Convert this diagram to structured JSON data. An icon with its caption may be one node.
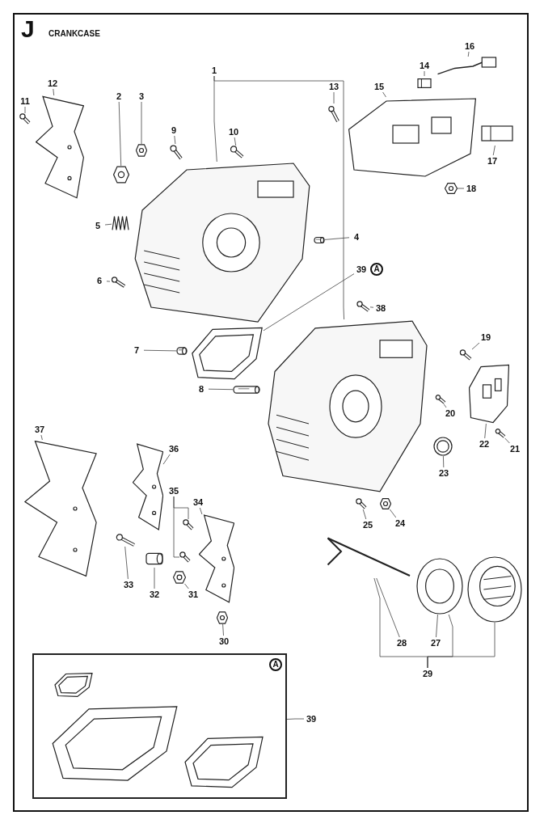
{
  "diagram": {
    "title": "CRANKCASE",
    "nodes": [
      {
        "text": [
          "1"
        ]
      },
      {
        "text": [
          "2"
        ]
      },
      {
        "text": [
          "3"
        ]
      },
      {
        "text": [
          "4"
        ]
      },
      {
        "text": [
          "5"
        ]
      },
      {
        "text": [
          "6"
        ]
      },
      {
        "text": [
          "7"
        ]
      },
      {
        "text": [
          "8"
        ]
      },
      {
        "text": [
          "9"
        ]
      },
      {
        "text": [
          "10"
        ]
      },
      {
        "text": [
          "11"
        ]
      },
      {
        "text": [
          "12"
        ]
      },
      {
        "text": [
          "13"
        ]
      },
      {
        "text": [
          "14"
        ]
      },
      {
        "text": [
          "15"
        ]
      },
      {
        "text": [
          "16"
        ]
      },
      {
        "text": [
          "17"
        ]
      },
      {
        "text": [
          "18"
        ]
      },
      {
        "text": [
          "19"
        ]
      },
      {
        "text": [
          "20"
        ]
      },
      {
        "text": [
          "21"
        ]
      },
      {
        "text": [
          "22"
        ]
      },
      {
        "text": [
          "23"
        ]
      },
      {
        "text": [
          "24"
        ]
      },
      {
        "text": [
          "25"
        ]
      },
      {
        "text": [
          "27"
        ]
      },
      {
        "text": [
          "28"
        ]
      },
      {
        "text": [
          "29"
        ]
      },
      {
        "text": [
          "30"
        ]
      },
      {
        "text": [
          "31"
        ]
      },
      {
        "text": [
          "32"
        ]
      },
      {
        "text": [
          "33"
        ]
      },
      {
        "text": [
          "34"
        ]
      },
      {
        "text": [
          "35"
        ]
      },
      {
        "text": [
          "36"
        ]
      },
      {
        "text": [
          "37"
        ]
      },
      {
        "text": [
          "38"
        ]
      },
      {
        "text": [
          "39"
        ]
      },
      {
        "text": [
          "39"
        ]
      },
      {
        "text": [],
        "shape": "picture"
      },
      {
        "text": [],
        "shape": "picture"
      },
      {
        "text": [],
        "shape": "picture"
      },
      {
        "text": [],
        "shape": "picture"
      },
      {
        "text": [],
        "shape": "picture"
      },
      {
        "text": [],
        "shape": "picture"
      },
      {
        "text": [],
        "shape": "picture"
      },
      {
        "text": [],
        "shape": "picture"
      },
      {
        "text": [],
        "shape": "picture"
      },
      {
        "text": [],
        "shape": "picture"
      },
      {
        "text": [],
        "shape": "picture"
      },
      {
        "text": [],
        "shape": "picture"
      },
      {
        "text": [],
        "shape": "picture"
      },
      {
        "text": [],
        "shape": "picture"
      },
      {
        "text": [],
        "shape": "picture"
      },
      {
        "text": [],
        "shape": "picture"
      },
      {
        "text": [],
        "shape": "picture"
      },
      {
        "text": [],
        "shape": "picture"
      },
      {
        "text": [],
        "shape": "picture"
      },
      {
        "text": [],
        "shape": "picture"
      },
      {
        "text": [],
        "shape": "picture"
      },
      {
        "text": [],
        "shape": "picture"
      },
      {
        "text": [],
        "shape": "picture"
      },
      {
        "text": [],
        "shape": "picture"
      },
      {
        "text": [],
        "shape": "picture"
      },
      {
        "text": [],
        "shape": "picture"
      },
      {
        "text": [],
        "shape": "picture"
      },
      {
        "text": [],
        "shape": "picture"
      },
      {
        "text": [],
        "shape": "picture"
      },
      {
        "text": [],
        "shape": "picture"
      },
      {
        "text": [],
        "shape": "picture"
      },
      {
        "text": [],
        "shape": "picture"
      },
      {
        "text": [],
        "shape": "picture"
      },
      {
        "text": [],
        "shape": "picture"
      },
      {
        "text": [],
        "shape": "picture"
      },
      {
        "text": [],
        "shape": "picture"
      },
      {
        "text": [],
        "shape": "picture"
      },
      {
        "text": [],
        "shape": "picture"
      },
      {
        "text": [],
        "shape": "picture"
      },
      {
        "text": [],
        "shape": "picture"
      },
      {
        "text": [
          "A"
        ]
      },
      {
        "text": [],
        "shape": "picture",
        "in": 79
      },
      {
        "text": [],
        "shape": "picture",
        "in": 79
      },
      {
        "text": [],
        "shape": "picture",
        "in": 79
      }
    ],
    "edges": [
      {
        "from": 0,
        "to": 39,
        "arrow": "none"
      },
      {
        "from": 0,
        "to": 40,
        "arrow": "none"
      },
      {
        "from": 1,
        "to": 41,
        "arrow": "none"
      },
      {
        "from": 2,
        "to": 42,
        "arrow": "none"
      },
      {
        "from": 3,
        "to": 43,
        "arrow": "none"
      },
      {
        "from": 4,
        "to": 44,
        "arrow": "none"
      },
      {
        "from": 5,
        "to": 45,
        "arrow": "none"
      },
      {
        "from": 6,
        "to": 46,
        "arrow": "none"
      },
      {
        "from": 7,
        "to": 47,
        "arrow": "none"
      },
      {
        "from": 8,
        "to": 48,
        "arrow": "none"
      },
      {
        "from": 9,
        "to": 49,
        "arrow": "none"
      },
      {
        "from": 10,
        "to": 50,
        "arrow": "none"
      },
      {
        "from": 11,
        "to": 51,
        "arrow": "none"
      },
      {
        "from": 12,
        "to": 52,
        "arrow": "none"
      },
      {
        "from": 13,
        "to": 53,
        "arrow": "none"
      },
      {
        "from": 14,
        "to": 54,
        "arrow": "none"
      },
      {
        "from": 15,
        "to": 55,
        "arrow": "none"
      },
      {
        "from": 16,
        "to": 56,
        "arrow": "none"
      },
      {
        "from": 17,
        "to": 57,
        "arrow": "none"
      },
      {
        "from": 18,
        "to": 58,
        "arrow": "none"
      },
      {
        "from": 19,
        "to": 59,
        "arrow": "none"
      },
      {
        "from": 20,
        "to": 60,
        "arrow": "none"
      },
      {
        "from": 21,
        "to": 61,
        "arrow": "none"
      },
      {
        "from": 22,
        "to": 62,
        "arrow": "none"
      },
      {
        "from": 23,
        "to": 63,
        "arrow": "none"
      },
      {
        "from": 24,
        "to": 64,
        "arrow": "none"
      },
      {
        "from": 25,
        "to": 65,
        "arrow": "none"
      },
      {
        "from": 26,
        "to": 66,
        "arrow": "none"
      },
      {
        "from": 27,
        "to": 65,
        "arrow": "none"
      },
      {
        "from": 27,
        "to": 66,
        "arrow": "none"
      },
      {
        "from": 27,
        "to": 67,
        "arrow": "none"
      },
      {
        "from": 28,
        "to": 68,
        "arrow": "none"
      },
      {
        "from": 29,
        "to": 69,
        "arrow": "none"
      },
      {
        "from": 30,
        "to": 70,
        "arrow": "none"
      },
      {
        "from": 31,
        "to": 71,
        "arrow": "none"
      },
      {
        "from": 32,
        "to": 72,
        "arrow": "none"
      },
      {
        "from": 33,
        "to": 73,
        "arrow": "none"
      },
      {
        "from": 33,
        "to": 74,
        "arrow": "none"
      },
      {
        "from": 34,
        "to": 75,
        "arrow": "none"
      },
      {
        "from": 35,
        "to": 76,
        "arrow": "none"
      },
      {
        "from": 36,
        "to": 77,
        "arrow": "none"
      },
      {
        "from": 37,
        "to": 78,
        "arrow": "none"
      },
      {
        "from": 38,
        "to": 79,
        "arrow": "none"
      }
    ],
    "labels": [
      "J",
      "A"
    ]
  }
}
